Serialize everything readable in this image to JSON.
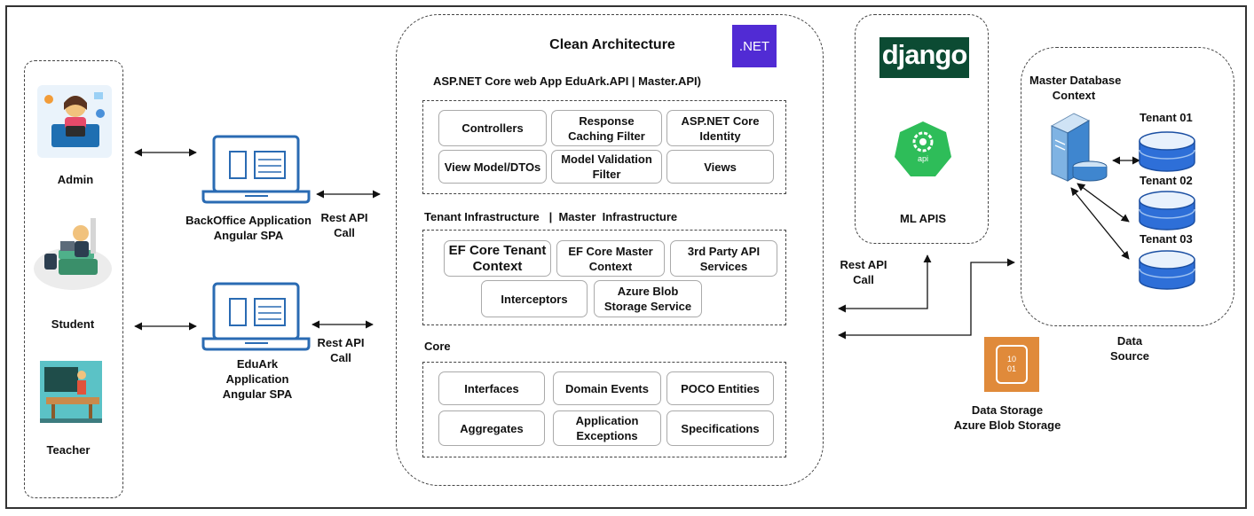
{
  "users": {
    "admin": "Admin",
    "student": "Student",
    "teacher": "Teacher"
  },
  "apps": {
    "backoffice_line1": "BackOffice Application",
    "backoffice_line2": "Angular SPA",
    "eduark_line1": "EduArk",
    "eduark_line2": "Application",
    "eduark_line3": "Angular SPA"
  },
  "rest_api": {
    "line1": "Rest API",
    "line2": "Call"
  },
  "clean_arch": {
    "title": "Clean Architecture",
    "dotnet_badge": ".NET",
    "api_header": "ASP.NET Core web App  EduArk.API | Master.API)",
    "api_layer": {
      "controllers": "Controllers",
      "response_caching_1": "Response",
      "response_caching_2": "Caching Filter",
      "identity_1": "ASP.NET Core",
      "identity_2": "Identity",
      "view_model": "View Model/DTOs",
      "model_validation_1": "Model Validation",
      "model_validation_2": "Filter",
      "views": "Views"
    },
    "infra_header": "Tenant Infrastructure   |  Master  Infrastructure",
    "infra_layer": {
      "ef_tenant_1": "EF Core Tenant",
      "ef_tenant_2": "Context",
      "ef_master_1": "EF Core Master",
      "ef_master_2": "Context",
      "third_party_1": "3rd Party API",
      "third_party_2": "Services",
      "interceptors": "Interceptors",
      "azure_blob_1": "Azure Blob",
      "azure_blob_2": "Storage Service"
    },
    "core_header": "Core",
    "core_layer": {
      "interfaces": "Interfaces",
      "domain_events": "Domain Events",
      "poco": "POCO Entities",
      "aggregates": "Aggregates",
      "app_exceptions_1": "Application",
      "app_exceptions_2": "Exceptions",
      "specifications": "Specifications"
    }
  },
  "ml": {
    "django_logo": "django",
    "api_badge": "api",
    "label": "ML APIS"
  },
  "data_source": {
    "context_line1": "Master Database",
    "context_line2": "Context",
    "tenant1": "Tenant 01",
    "tenant2": "Tenant 02",
    "tenant3": "Tenant 03",
    "label_line1": "Data",
    "label_line2": "Source"
  },
  "blob": {
    "icon_text_1": "10",
    "icon_text_2": "01",
    "label_line1": "Data Storage",
    "label_line2": "Azure Blob Storage"
  },
  "colors": {
    "dotnet_purple": "#512BD4",
    "django_green": "#0C4B33",
    "api_green": "#2EBD59",
    "azure_orange": "#E08A3A",
    "db_blue": "#2E6FD8"
  }
}
